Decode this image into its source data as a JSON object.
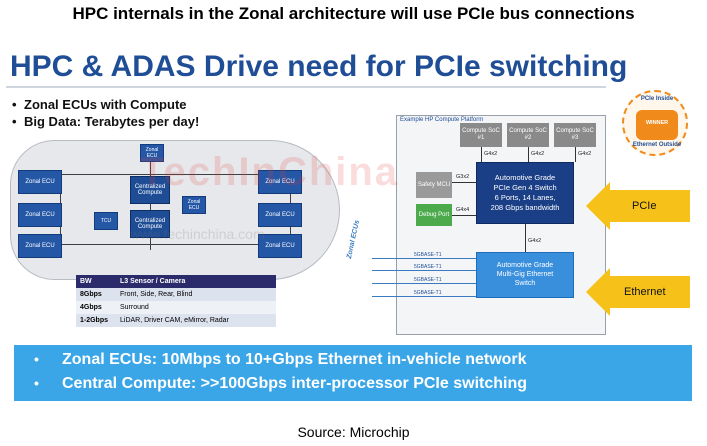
{
  "caption": "HPC internals in the Zonal architecture will use PCIe bus connections",
  "title": "HPC & ADAS Drive need for PCIe switching",
  "bullets": [
    "Zonal ECUs with Compute",
    "Big Data: Terabytes per day!"
  ],
  "vehicle": {
    "zonal_ecu": "Zonal ECU",
    "small_ecu": "Zonal ECU",
    "centralized_compute": "Centralized Compute",
    "tcu": "TCU"
  },
  "bw_table": {
    "headers": [
      "BW",
      "L3 Sensor / Camera"
    ],
    "rows": [
      [
        "8Gbps",
        "Front, Side, Rear, Blind"
      ],
      [
        "4Gbps",
        "Surround"
      ],
      [
        "1-2Gbps",
        "LiDAR, Driver CAM, eMirror, Radar"
      ]
    ]
  },
  "platform": {
    "label": "Example HP Compute Platform",
    "socs": [
      "Compute SoC #1",
      "Compute SoC #2",
      "Compute SoC #3"
    ],
    "soc_link": "G4x2",
    "mcu": "Safety MCU",
    "mcu_link": "G3x2",
    "debug": "Debug Port",
    "debug_link": "G4x4",
    "pcie_switch": [
      "Automotive Grade",
      "PCIe Gen 4 Switch",
      "6 Ports, 14 Lanes,",
      "208 Gbps bandwidth"
    ],
    "switch_link": "G4x2",
    "eth_switch": [
      "Automotive Grade",
      "Multi-Gig Ethernet",
      "Switch"
    ],
    "eth_links": [
      "5GBASE-T1",
      "5GBASE-T1",
      "5GBASE-T1",
      "5GBASE-T1"
    ],
    "zonal_label": "Zonal ECUs"
  },
  "arrows": {
    "pcie": "PCIe",
    "ethernet": "Ethernet"
  },
  "badge": {
    "top": "PCIe Inside",
    "middle": "WINNER",
    "bottom": "Ethernet Outside"
  },
  "banner": [
    "Zonal ECUs: 10Mbps to 10+Gbps Ethernet in-vehicle  network",
    "Central Compute: >>100Gbps inter-processor PCIe switching"
  ],
  "watermark": "TechInChina",
  "watermark_url": "www.techinchina.com",
  "source": "Source: Microchip"
}
